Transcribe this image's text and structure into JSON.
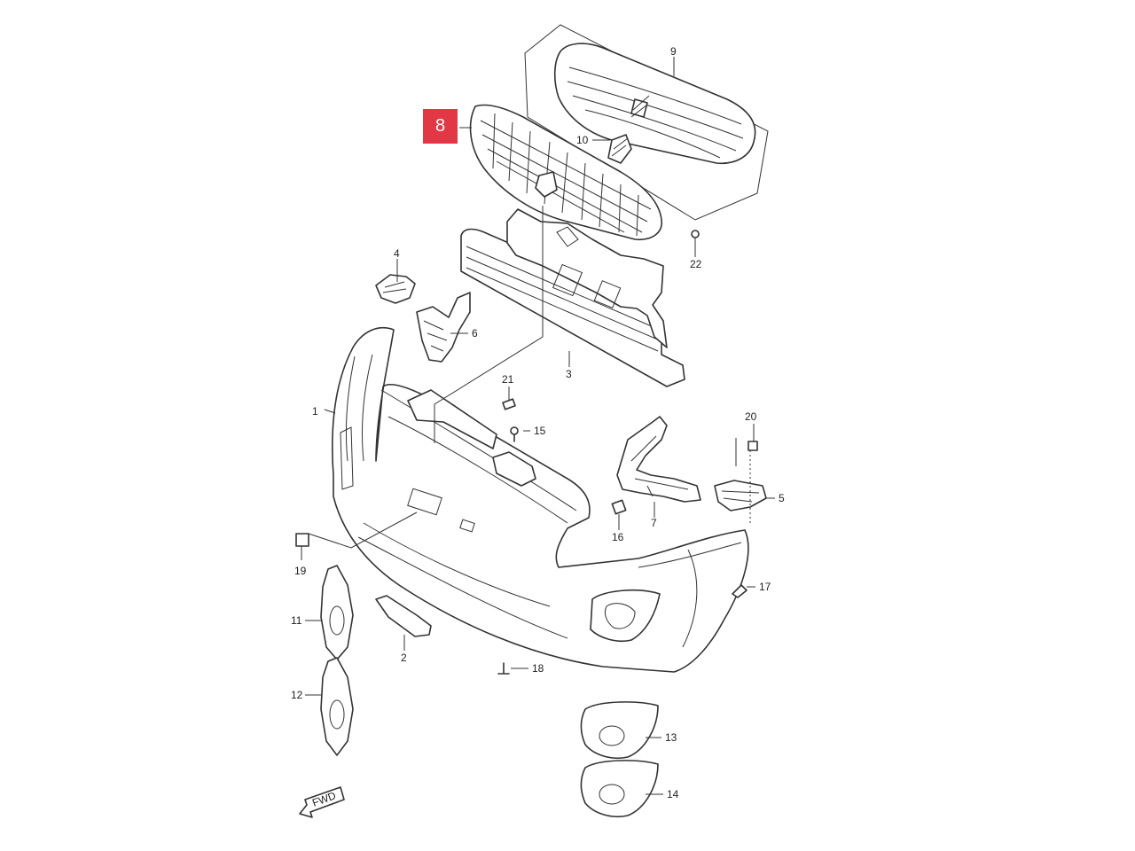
{
  "highlight": {
    "label": "8",
    "color": "#e23744"
  },
  "fwd_label": "FWD",
  "callouts": [
    {
      "key": "p1",
      "text": "1"
    },
    {
      "key": "p2",
      "text": "2"
    },
    {
      "key": "p3",
      "text": "3"
    },
    {
      "key": "p4",
      "text": "4"
    },
    {
      "key": "p5",
      "text": "5"
    },
    {
      "key": "p6",
      "text": "6"
    },
    {
      "key": "p7",
      "text": "7"
    },
    {
      "key": "p9",
      "text": "9"
    },
    {
      "key": "p10",
      "text": "10"
    },
    {
      "key": "p11",
      "text": "11"
    },
    {
      "key": "p12",
      "text": "12"
    },
    {
      "key": "p13",
      "text": "13"
    },
    {
      "key": "p14",
      "text": "14"
    },
    {
      "key": "p15",
      "text": "15"
    },
    {
      "key": "p16",
      "text": "16"
    },
    {
      "key": "p17",
      "text": "17"
    },
    {
      "key": "p18",
      "text": "18"
    },
    {
      "key": "p19",
      "text": "19"
    },
    {
      "key": "p20",
      "text": "20"
    },
    {
      "key": "p21",
      "text": "21"
    },
    {
      "key": "p22",
      "text": "22"
    }
  ]
}
